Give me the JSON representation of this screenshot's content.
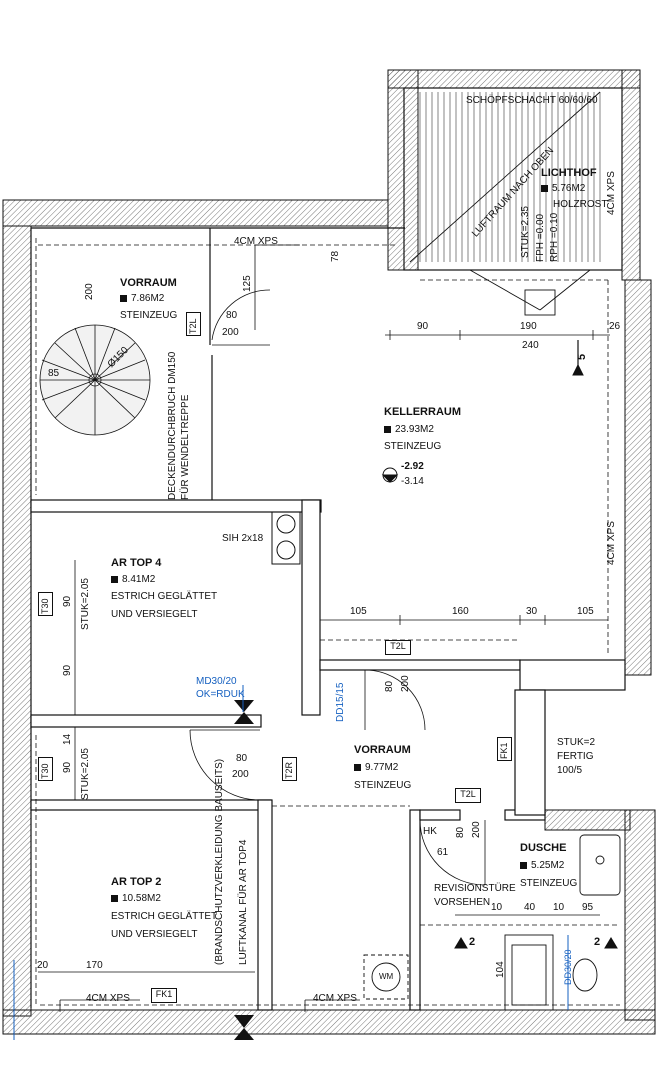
{
  "rooms": {
    "vorraum_top": {
      "name": "VORRAUM",
      "area": "7.86M2",
      "floor": "STEINZEUG"
    },
    "lichthof": {
      "name": "LICHTHOF",
      "area": "5.76M2",
      "floor": "HOLZROST"
    },
    "kellerraum": {
      "name": "KELLERRAUM",
      "area": "23.93M2",
      "floor": "STEINZEUG",
      "level_top": "-2.92",
      "level_bottom": "-3.14"
    },
    "ar_top4": {
      "name": "AR TOP 4",
      "area": "8.41M2",
      "floor_1": "ESTRICH GEGLÄTTET",
      "floor_2": "UND VERSIEGELT"
    },
    "ar_top2": {
      "name": "AR TOP 2",
      "area": "10.58M2",
      "floor_1": "ESTRICH GEGLÄTTET",
      "floor_2": "UND VERSIEGELT"
    },
    "vorraum_mid": {
      "name": "VORRAUM",
      "area": "9.77M2",
      "floor": "STEINZEUG"
    },
    "dusche": {
      "name": "DUSCHE",
      "area": "5.25M2",
      "floor": "STEINZEUG"
    }
  },
  "annotations": {
    "schoepfschacht": "SCHÖPFSCHACHT 60/60/60",
    "luftraum": "LUFTRAUM NACH OBEN",
    "xps_4cm": "4CM XPS",
    "deckendurchbruch_1": "DECKENDURCHBRUCH DM150",
    "deckendurchbruch_2": "FÜR WENDELTREPPE",
    "sih": "SIH 2x18",
    "md30": "MD30/20",
    "ok_rduk": "OK=RDUK",
    "dd15": "DD15/15",
    "brandschutz": "(BRANDSCHUTZVERKLEIDUNG BAUSEITS)",
    "luftkanal": "LUFTKANAL FÜR AR TOP4",
    "revision_1": "REVISIONSTÜRE",
    "revision_2": "VORSEHEN",
    "stuk_fertig_1": "STUK=2",
    "stuk_fertig_2": "FERTIG",
    "stuk_fertig_3": "100/5",
    "stuk_lichthof": "STUK=2.35",
    "fph": "FPH =0.00",
    "rph": "RPH =0.10",
    "stuk_205": "STUK=2.05",
    "hk": "HK",
    "wm": "WM",
    "blue_mark": "DD30/20",
    "stair_dia": "Ø150",
    "stair_85": "85"
  },
  "door_tags": {
    "t2l_a": "T2L",
    "t2l_b": "T2L",
    "t2l_c": "T2L",
    "t2r": "T2R",
    "t30_a": "T30",
    "t30_b": "T30",
    "fk1_a": "FK1",
    "fk1_b": "FK1"
  },
  "section_marks": {
    "s5": "5",
    "s2_left": "2",
    "s2_right": "2"
  },
  "dimensions": {
    "d200_left": "200",
    "d125": "125",
    "d78": "78",
    "d80_a": "80",
    "d200_a": "200",
    "d90_top": "90",
    "d190": "190",
    "d26": "26",
    "d240": "240",
    "d105_a": "105",
    "d160": "160",
    "d30": "30",
    "d105_b": "105",
    "d90_ar4a": "90",
    "d90_ar4b": "90",
    "d14": "14",
    "d90_ar2": "90",
    "d80_b": "80",
    "d200_b": "200",
    "d80_c": "80",
    "d200_c": "200",
    "d80_d": "80",
    "d200_d": "200",
    "d61": "61",
    "d10_a": "10",
    "d40": "40",
    "d10_b": "10",
    "d95": "95",
    "d104": "104",
    "d20": "20",
    "d170": "170"
  }
}
